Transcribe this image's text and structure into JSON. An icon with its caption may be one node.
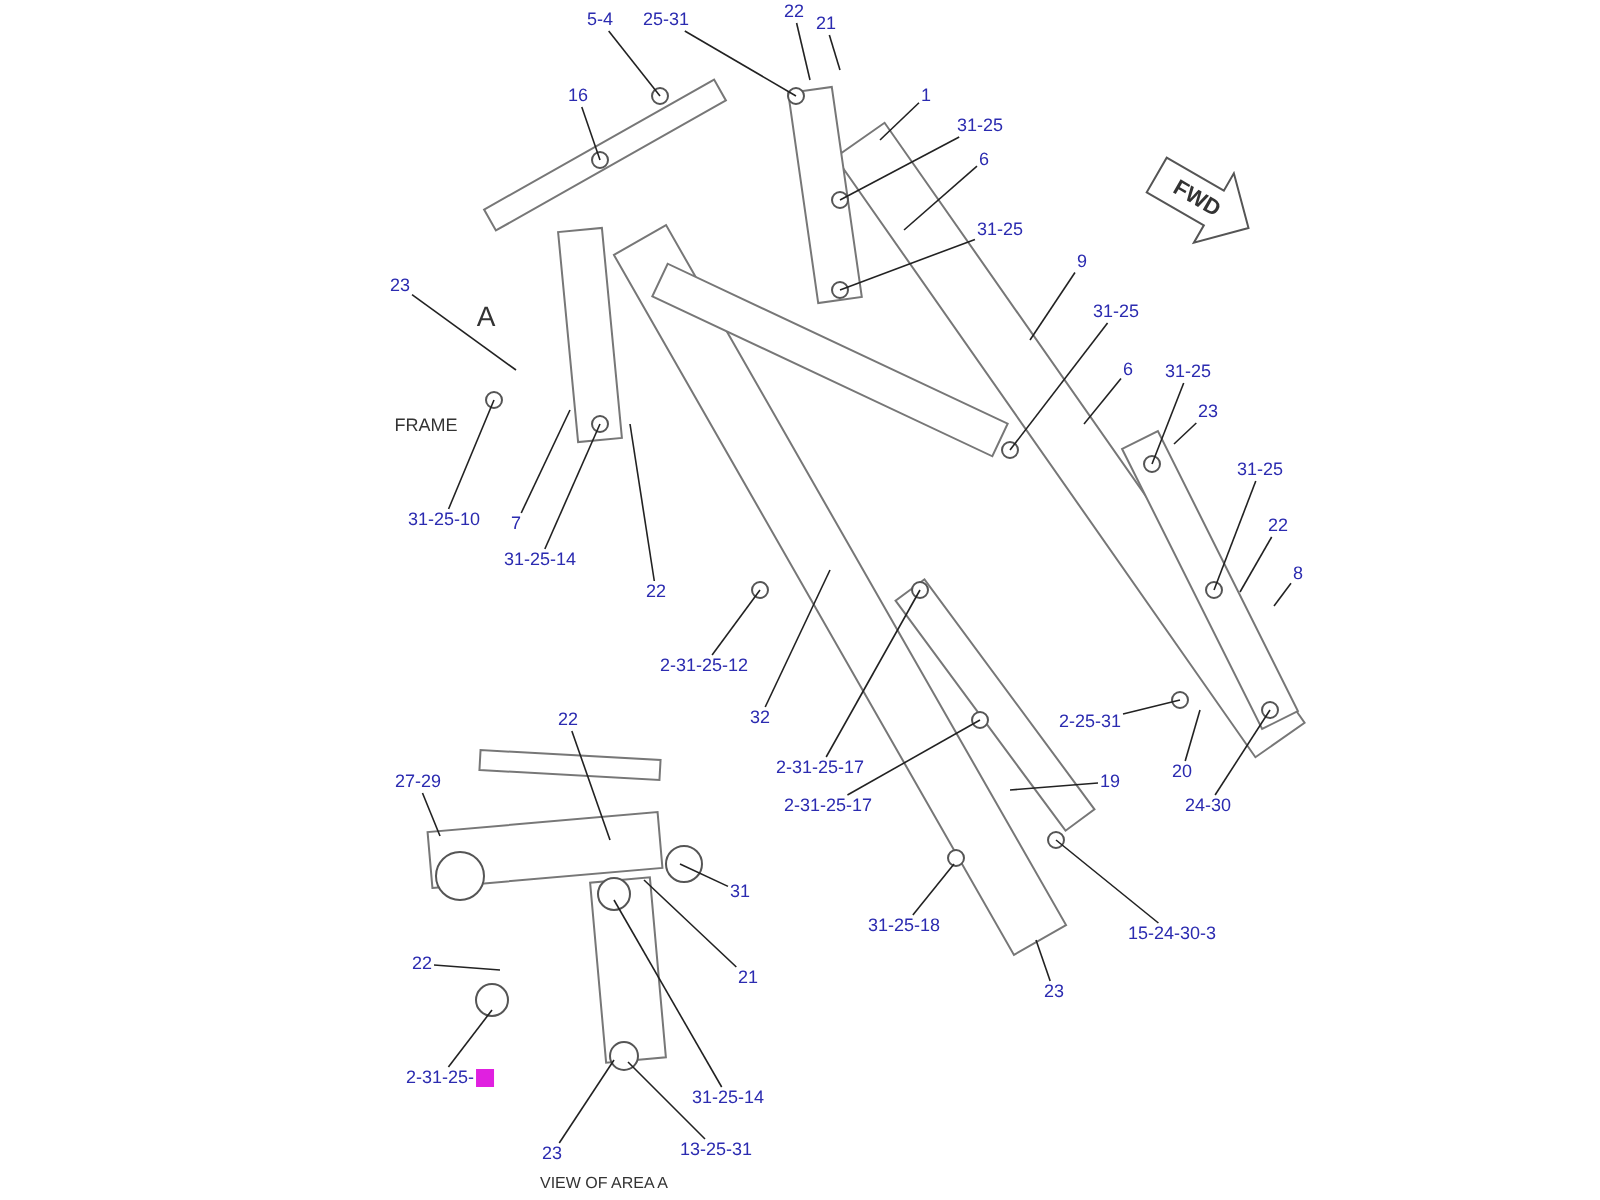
{
  "diagram": {
    "caption": "VIEW OF AREA A",
    "nodes": [
      {
        "text": [
          "22"
        ]
      },
      {
        "text": [
          "5-4"
        ]
      },
      {
        "text": [
          "25-31"
        ]
      },
      {
        "text": [
          "21"
        ]
      },
      {
        "text": [
          "16"
        ]
      },
      {
        "text": [
          "1"
        ]
      },
      {
        "text": [
          "31-25"
        ]
      },
      {
        "text": [
          "6"
        ]
      },
      {
        "text": [
          "31-25"
        ]
      },
      {
        "text": [
          "9"
        ]
      },
      {
        "text": [
          "23"
        ]
      },
      {
        "text": [
          "31-25"
        ]
      },
      {
        "text": [
          "6"
        ]
      },
      {
        "text": [
          "31-25"
        ]
      },
      {
        "text": [
          "23"
        ]
      },
      {
        "text": [
          "31-25"
        ]
      },
      {
        "text": [
          "31-25-10"
        ]
      },
      {
        "text": [
          "7"
        ]
      },
      {
        "text": [
          "22"
        ]
      },
      {
        "text": [
          "31-25-14"
        ]
      },
      {
        "text": [
          "8"
        ]
      },
      {
        "text": [
          "22"
        ]
      },
      {
        "text": [
          "2-31-25-12"
        ]
      },
      {
        "text": [
          "32"
        ]
      },
      {
        "text": [
          "22"
        ]
      },
      {
        "text": [
          "2-25-31"
        ]
      },
      {
        "text": [
          "2-31-25-17"
        ]
      },
      {
        "text": [
          "20"
        ]
      },
      {
        "text": [
          "27-29"
        ]
      },
      {
        "text": [
          "19"
        ]
      },
      {
        "text": [
          "24-30"
        ]
      },
      {
        "text": [
          "2-31-25-17"
        ]
      },
      {
        "text": [
          "31"
        ]
      },
      {
        "text": [
          "31-25-18"
        ]
      },
      {
        "text": [
          "15-24-30-3"
        ]
      },
      {
        "text": [
          "22"
        ]
      },
      {
        "text": [
          "21"
        ]
      },
      {
        "text": [
          "23"
        ]
      },
      {
        "text": [
          "2-31-25-"
        ]
      },
      {
        "text": [
          "31-25-14"
        ]
      },
      {
        "text": [
          "23"
        ]
      },
      {
        "text": [
          "13-25-31"
        ]
      }
    ],
    "edges": [
      {
        "from": 0,
        "to": null,
        "arrow": "none"
      },
      {
        "from": 1,
        "to": null,
        "arrow": "none"
      },
      {
        "from": 2,
        "to": null,
        "arrow": "none"
      },
      {
        "from": 3,
        "to": null,
        "arrow": "none"
      },
      {
        "from": 4,
        "to": null,
        "arrow": "none"
      },
      {
        "from": 5,
        "to": null,
        "arrow": "none"
      },
      {
        "from": 6,
        "to": null,
        "arrow": "none"
      },
      {
        "from": 7,
        "to": null,
        "arrow": "none"
      },
      {
        "from": 8,
        "to": null,
        "arrow": "none"
      },
      {
        "from": 9,
        "to": null,
        "arrow": "none"
      },
      {
        "from": 10,
        "to": null,
        "arrow": "none"
      },
      {
        "from": 11,
        "to": null,
        "arrow": "none"
      },
      {
        "from": 12,
        "to": null,
        "arrow": "none"
      },
      {
        "from": 13,
        "to": null,
        "arrow": "none"
      },
      {
        "from": 14,
        "to": null,
        "arrow": "none"
      },
      {
        "from": 15,
        "to": null,
        "arrow": "none"
      },
      {
        "from": 16,
        "to": null,
        "arrow": "none"
      },
      {
        "from": 17,
        "to": null,
        "arrow": "none"
      },
      {
        "from": 18,
        "to": null,
        "arrow": "none"
      },
      {
        "from": 19,
        "to": null,
        "arrow": "none"
      },
      {
        "from": 20,
        "to": null,
        "arrow": "none"
      },
      {
        "from": 21,
        "to": null,
        "arrow": "none"
      },
      {
        "from": 22,
        "to": null,
        "arrow": "none"
      },
      {
        "from": 23,
        "to": null,
        "arrow": "none"
      },
      {
        "from": 24,
        "to": null,
        "arrow": "none"
      },
      {
        "from": 25,
        "to": null,
        "arrow": "none"
      },
      {
        "from": 26,
        "to": null,
        "arrow": "none"
      },
      {
        "from": 27,
        "to": null,
        "arrow": "none"
      },
      {
        "from": 28,
        "to": null,
        "arrow": "none"
      },
      {
        "from": 29,
        "to": null,
        "arrow": "none"
      },
      {
        "from": 30,
        "to": null,
        "arrow": "none"
      },
      {
        "from": 31,
        "to": null,
        "arrow": "none"
      },
      {
        "from": 32,
        "to": null,
        "arrow": "none"
      },
      {
        "from": 33,
        "to": null,
        "arrow": "none"
      },
      {
        "from": 34,
        "to": null,
        "arrow": "none"
      },
      {
        "from": 35,
        "to": null,
        "arrow": "none"
      },
      {
        "from": 36,
        "to": null,
        "arrow": "none"
      },
      {
        "from": 37,
        "to": null,
        "arrow": "none"
      },
      {
        "from": 38,
        "to": null,
        "arrow": "none"
      },
      {
        "from": 39,
        "to": null,
        "arrow": "none"
      },
      {
        "from": 40,
        "to": null,
        "arrow": "none"
      },
      {
        "from": 41,
        "to": null,
        "arrow": "none"
      }
    ],
    "labels": [
      "FWD",
      "A",
      "FRAME"
    ]
  }
}
